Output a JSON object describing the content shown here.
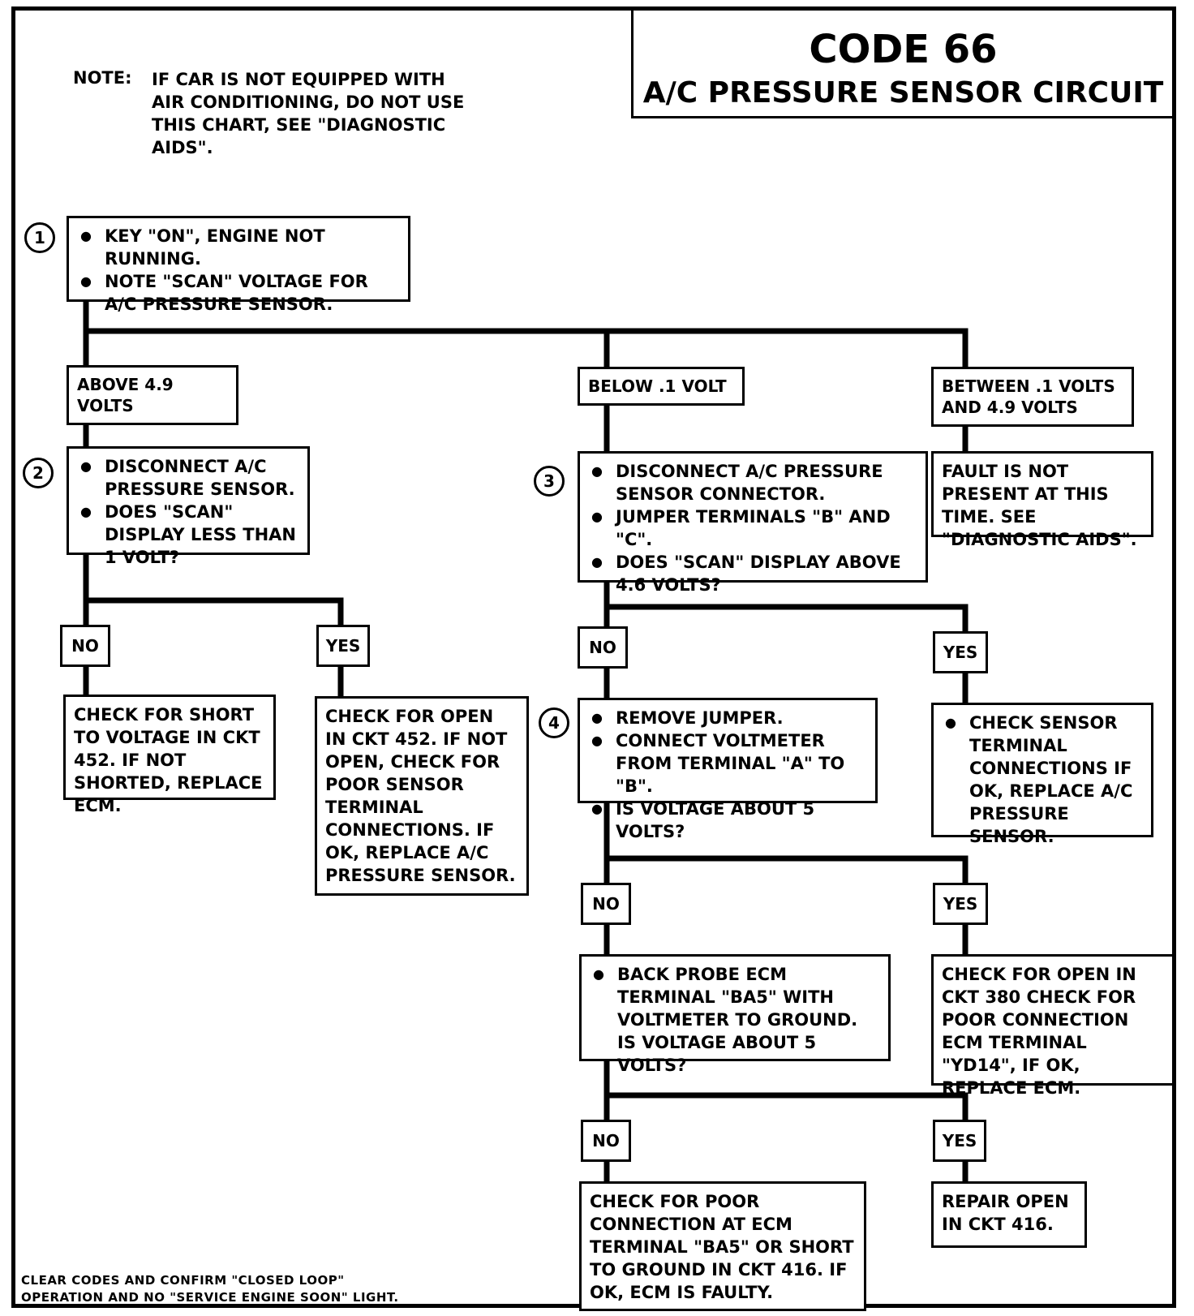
{
  "title": {
    "code": "CODE 66",
    "subtitle": "A/C PRESSURE SENSOR CIRCUIT"
  },
  "note": {
    "label": "NOTE:",
    "text": "IF CAR IS NOT EQUIPPED WITH AIR CONDITIONING, DO NOT USE THIS CHART, SEE \"DIAGNOSTIC AIDS\"."
  },
  "steps": {
    "s1": {
      "num": "1",
      "bullets": [
        "KEY \"ON\", ENGINE NOT RUNNING.",
        "NOTE \"SCAN\" VOLTAGE FOR A/C PRESSURE SENSOR."
      ]
    },
    "s2": {
      "num": "2",
      "bullets": [
        "DISCONNECT A/C PRESSURE SENSOR.",
        "DOES \"SCAN\" DISPLAY LESS THAN 1 VOLT?"
      ]
    },
    "s3": {
      "num": "3",
      "bullets": [
        "DISCONNECT A/C PRESSURE SENSOR CONNECTOR.",
        "JUMPER TERMINALS \"B\" AND \"C\".",
        "DOES \"SCAN\" DISPLAY ABOVE 4.6 VOLTS?"
      ]
    },
    "s4": {
      "num": "4",
      "bullets": [
        "REMOVE JUMPER.",
        "CONNECT VOLTMETER FROM TERMINAL \"A\" TO \"B\".",
        "IS VOLTAGE ABOUT 5 VOLTS?"
      ]
    }
  },
  "branches": {
    "above": "ABOVE 4.9 VOLTS",
    "below": "BELOW .1 VOLT",
    "between": "BETWEEN .1 VOLTS AND 4.9 VOLTS"
  },
  "yn": {
    "no": "NO",
    "yes": "YES"
  },
  "results": {
    "fault_not_present": "FAULT IS NOT PRESENT AT THIS TIME. SEE \"DIAGNOSTIC AIDS\".",
    "short_452": "CHECK FOR SHORT TO VOLTAGE IN CKT 452. IF NOT SHORTED, REPLACE ECM.",
    "open_452": "CHECK FOR OPEN IN CKT 452. IF NOT OPEN, CHECK FOR POOR SENSOR TERMINAL CONNECTIONS. IF OK, REPLACE A/C PRESSURE SENSOR.",
    "check_sensor": "CHECK SENSOR TERMINAL CONNECTIONS IF OK, REPLACE A/C PRESSURE SENSOR.",
    "back_probe": "BACK PROBE ECM TERMINAL \"BA5\" WITH VOLTMETER TO GROUND. IS VOLTAGE ABOUT 5 VOLTS?",
    "open_380": "CHECK FOR OPEN IN CKT 380 CHECK FOR POOR CONNECTION ECM TERMINAL \"YD14\", IF OK, REPLACE ECM.",
    "poor_ba5": "CHECK FOR POOR CONNECTION AT ECM TERMINAL \"BA5\" OR SHORT TO GROUND IN CKT 416. IF OK, ECM IS FAULTY.",
    "repair_416": "REPAIR OPEN IN CKT 416."
  },
  "footer": {
    "line1": "CLEAR CODES AND CONFIRM \"CLOSED LOOP\"",
    "line2": "OPERATION AND NO \"SERVICE ENGINE SOON\" LIGHT."
  }
}
